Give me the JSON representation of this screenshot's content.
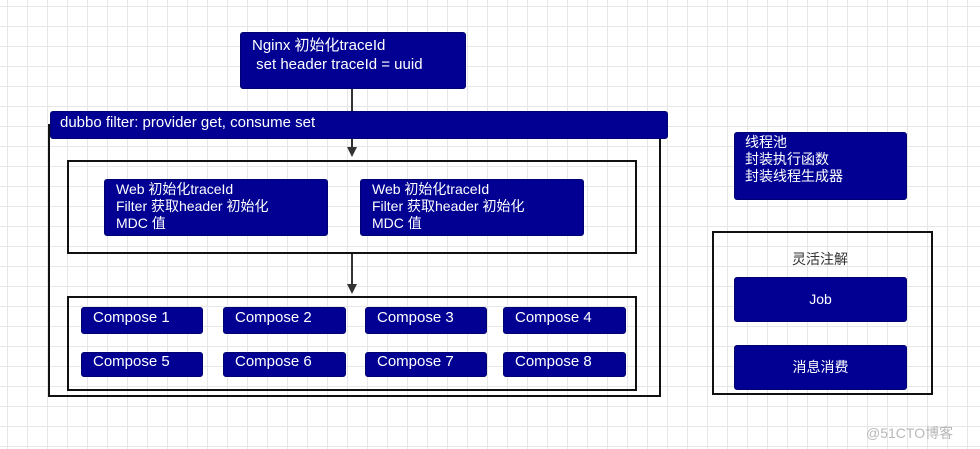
{
  "nginx_box": {
    "line1": "Nginx 初始化traceId",
    "line2": " set header traceId = uuid"
  },
  "dubbo_bar": {
    "label": "dubbo filter: provider get, consume set"
  },
  "web_filters": [
    {
      "line1": "Web 初始化traceId",
      "line2": "Filter 获取header 初始化",
      "line3": "MDC 值"
    },
    {
      "line1": "Web 初始化traceId",
      "line2": "Filter 获取header 初始化",
      "line3": "MDC 值"
    }
  ],
  "compose": [
    "Compose 1",
    "Compose 2",
    "Compose 3",
    "Compose 4",
    "Compose 5",
    "Compose 6",
    "Compose 7",
    "Compose 8"
  ],
  "thread_pool": {
    "line1": "线程池",
    "line2": "封装执行函数",
    "line3": "封装线程生成器"
  },
  "annotation_panel": {
    "title": "灵活注解",
    "items": [
      "Job",
      "消息消费"
    ]
  },
  "watermark": "@51CTO博客",
  "colors": {
    "box_fill": "#010093",
    "box_text": "#ffffff",
    "frame_border": "#111111",
    "arrow": "#333333",
    "grid": "#e7e7e7"
  }
}
